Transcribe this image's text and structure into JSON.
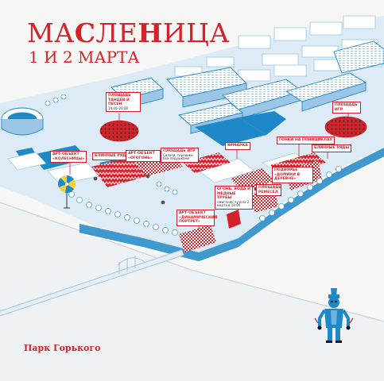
{
  "title": {
    "prefix": "МА",
    "mid1": "С",
    "mid2": "ЛЕ",
    "mid3": "Н",
    "mid4": "И",
    "suffix": "ЦА",
    "date": "1 И 2 МАРТА"
  },
  "brand": "Парк Горького",
  "labels": {
    "dance_square": {
      "title": "ПЛОЩАДЬ ТАНЦЕВ И ПЕСЕН",
      "sub": "14:00–20:00"
    },
    "games_square_right": {
      "title": "ПЛОЩАДЬ ИГР"
    },
    "art_kolesnitsy": {
      "title": "АРТ-ОБЪЕКТ «КОЛЕСНИЦЫ»"
    },
    "pancake_rows_left": {
      "title": "БЛИННЫЕ РЯДЫ"
    },
    "art_ogon": {
      "title": "АРТ-ОБЪЕКТ «ОГОГОНЬ»"
    },
    "games_square_mid": {
      "title": "ПЛОЩАДЬ ИГР",
      "sub": "Силачи, гиревики, бои подушками"
    },
    "fair": {
      "title": "ЯРМАРКА"
    },
    "pony_race": {
      "title": "ГОНКИ НА ПОНИЦИКЛАХ"
    },
    "pancake_rows_right": {
      "title": "БЛИННЫЕ РЯДЫ"
    },
    "village_gifts": {
      "title": "ПОДВОРЬЕ «ДОМИКИ В ДЕРЕВНЕ»"
    },
    "crafts_square": {
      "title": "ПЛОЩАДЬ РЕМЕСЕЛ"
    },
    "fire_water": {
      "title": "ОГОНЬ, ВОДА И МЕДНЫЕ ТРУБЫ",
      "sub": "сжигание чучела 2 марта в 18:00"
    },
    "art_portrait": {
      "title": "АРТ-ОБЪЕКТ «ДИНАМИЧЕСКИЙ ПОРТРЕТ»"
    }
  },
  "colors": {
    "accent_red": "#d3232a",
    "map_blue": "#1e88c8",
    "light_blue": "#cfe3f2",
    "river": "#e9eef2",
    "building_white": "#ffffff"
  }
}
